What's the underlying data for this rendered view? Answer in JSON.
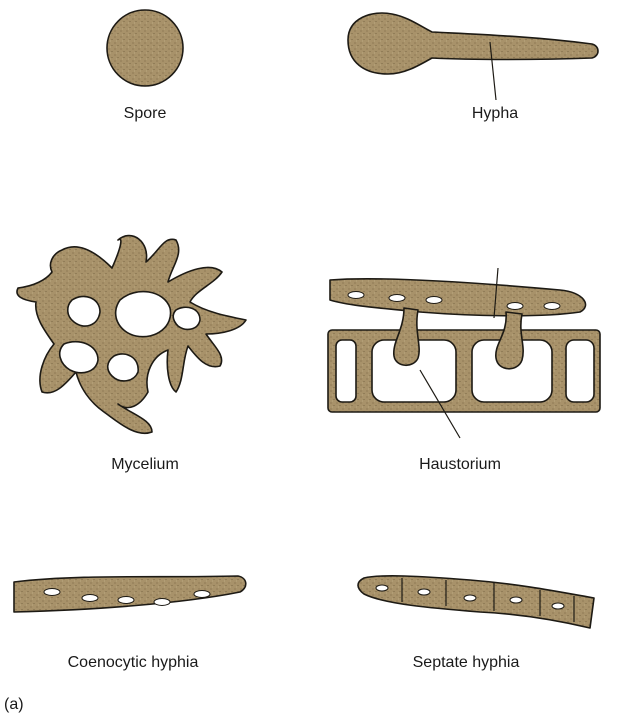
{
  "colors": {
    "hypha_fill": "#a8926a",
    "outline": "#1d1a14",
    "background": "#ffffff"
  },
  "labels": {
    "spore": "Spore",
    "hypha": "Hypha",
    "mycelium": "Mycelium",
    "haustorium": "Haustorium",
    "coenocytic": "Coenocytic hyphia",
    "septate": "Septate hyphia"
  },
  "panel_label": "(a)"
}
